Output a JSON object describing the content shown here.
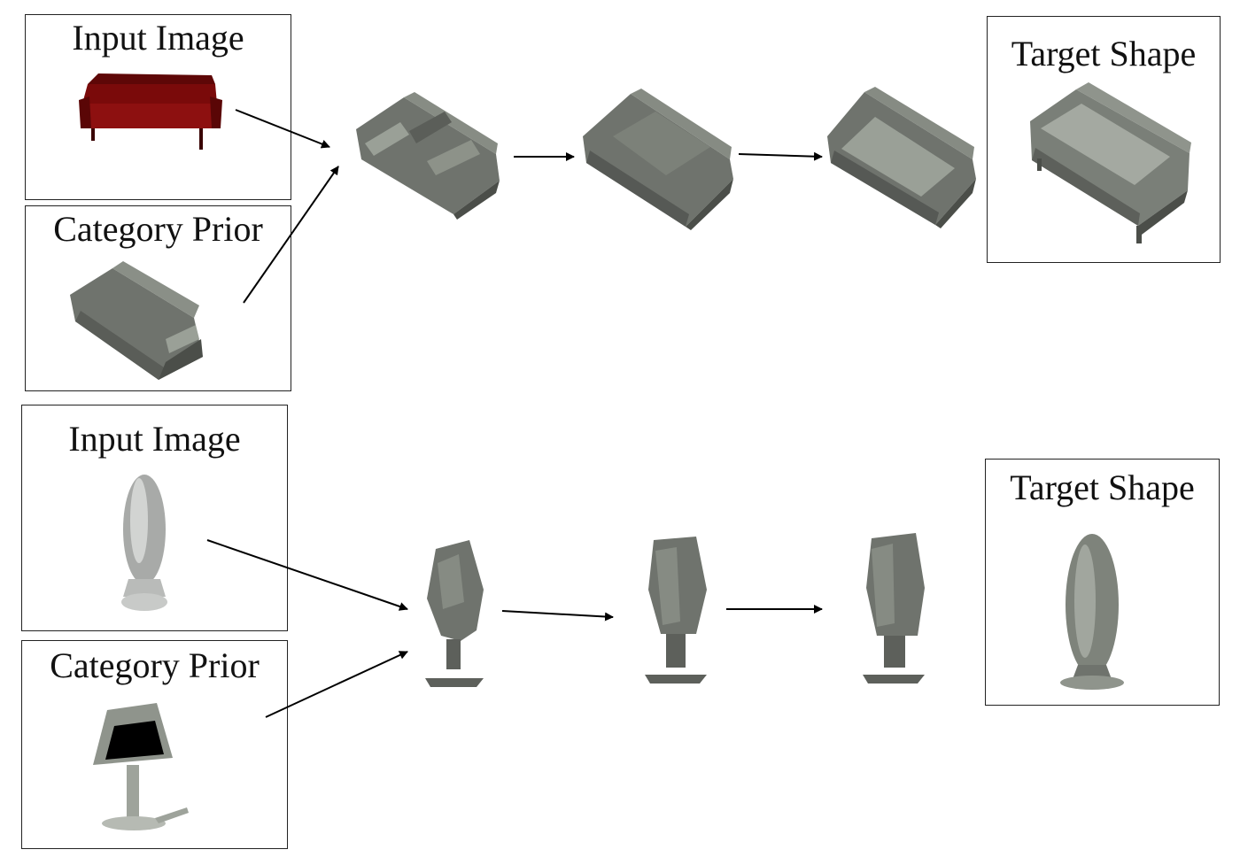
{
  "rows": [
    {
      "input_panel": {
        "label": "Input Image"
      },
      "prior_panel": {
        "label": "Category Prior"
      },
      "target_panel": {
        "label": "Target Shape"
      }
    },
    {
      "input_panel": {
        "label": "Input Image"
      },
      "prior_panel": {
        "label": "Category Prior"
      },
      "target_panel": {
        "label": "Target Shape"
      }
    }
  ],
  "colors": {
    "sofa_image": "#7a0a0a",
    "mesh_gray": "#6f736d",
    "mesh_light": "#9aa097",
    "arrow": "#000000"
  }
}
